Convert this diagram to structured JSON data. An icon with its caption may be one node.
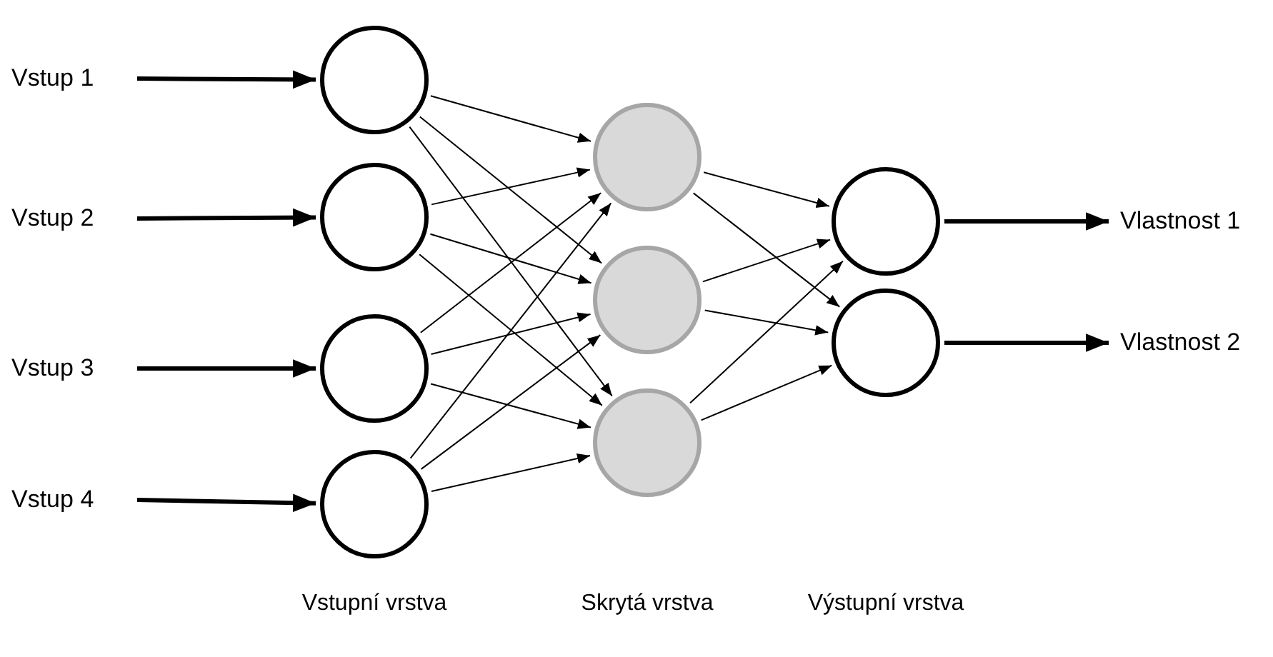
{
  "diagram": {
    "nodes": [
      {
        "text": [
          "Vstup 1"
        ]
      },
      {
        "text": [
          "Vstup 2"
        ]
      },
      {
        "text": [
          "Vstup 3"
        ]
      },
      {
        "text": [
          "Vstup 4"
        ]
      },
      {
        "text": [],
        "shape": "circle"
      },
      {
        "text": [],
        "shape": "circle"
      },
      {
        "text": [],
        "shape": "circle"
      },
      {
        "text": [],
        "shape": "circle"
      },
      {
        "text": [],
        "shape": "circle"
      },
      {
        "text": [],
        "shape": "circle"
      },
      {
        "text": [],
        "shape": "circle"
      },
      {
        "text": [],
        "shape": "circle"
      },
      {
        "text": [],
        "shape": "circle"
      },
      {
        "text": [
          "Vlastnost 1"
        ]
      },
      {
        "text": [
          "Vlastnost 2"
        ]
      }
    ],
    "edges": [
      {
        "from": 0,
        "to": 4,
        "arrow": "to",
        "style": "thick"
      },
      {
        "from": 1,
        "to": 5,
        "arrow": "to",
        "style": "thick"
      },
      {
        "from": 2,
        "to": 6,
        "arrow": "to",
        "style": "thick"
      },
      {
        "from": 3,
        "to": 7,
        "arrow": "to",
        "style": "thick"
      },
      {
        "from": 4,
        "to": 8,
        "arrow": "to"
      },
      {
        "from": 4,
        "to": 9,
        "arrow": "to"
      },
      {
        "from": 4,
        "to": 10,
        "arrow": "to"
      },
      {
        "from": 5,
        "to": 8,
        "arrow": "to"
      },
      {
        "from": 5,
        "to": 9,
        "arrow": "to"
      },
      {
        "from": 5,
        "to": 10,
        "arrow": "to"
      },
      {
        "from": 6,
        "to": 8,
        "arrow": "to"
      },
      {
        "from": 6,
        "to": 9,
        "arrow": "to"
      },
      {
        "from": 6,
        "to": 10,
        "arrow": "to"
      },
      {
        "from": 7,
        "to": 8,
        "arrow": "to"
      },
      {
        "from": 7,
        "to": 9,
        "arrow": "to"
      },
      {
        "from": 7,
        "to": 10,
        "arrow": "to"
      },
      {
        "from": 8,
        "to": 11,
        "arrow": "to"
      },
      {
        "from": 8,
        "to": 12,
        "arrow": "to"
      },
      {
        "from": 9,
        "to": 11,
        "arrow": "to"
      },
      {
        "from": 9,
        "to": 12,
        "arrow": "to"
      },
      {
        "from": 10,
        "to": 11,
        "arrow": "to"
      },
      {
        "from": 10,
        "to": 12,
        "arrow": "to"
      },
      {
        "from": 11,
        "to": 13,
        "arrow": "to",
        "style": "thick"
      },
      {
        "from": 12,
        "to": 14,
        "arrow": "to",
        "style": "thick"
      }
    ],
    "labels": [
      "Vstupní vrstva",
      "Skrytá vrstva",
      "Výstupní vrstva"
    ]
  }
}
